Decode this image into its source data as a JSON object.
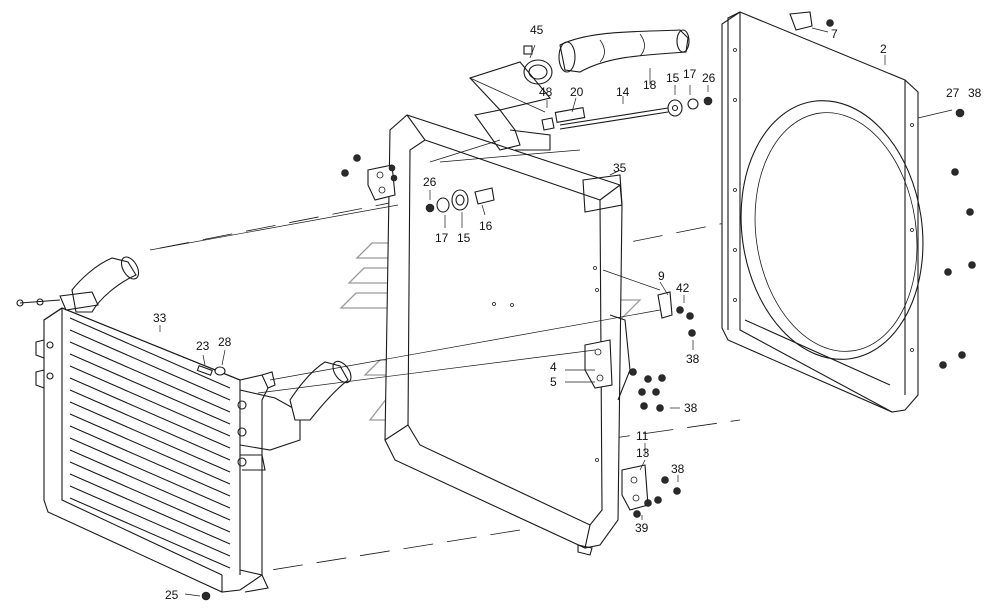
{
  "labels": {
    "p45": "45",
    "p18": "18",
    "p48": "48",
    "p20": "20",
    "p14": "14",
    "p15a": "15",
    "p17a": "17",
    "p26a": "26",
    "p7": "7",
    "p2": "2",
    "p27": "27",
    "p38a": "38",
    "p35": "35",
    "p26b": "26",
    "p17b": "17",
    "p15b": "15",
    "p16": "16",
    "p9": "9",
    "p42": "42",
    "p38b": "38",
    "p4": "4",
    "p5": "5",
    "p38c": "38",
    "p33": "33",
    "p23": "23",
    "p28": "28",
    "p11": "11",
    "p13": "13",
    "p38d": "38",
    "p39": "39",
    "p25": "25"
  },
  "colors": {
    "line": "#1a1a1a",
    "watermark": "#9a9a9a",
    "background": "#ffffff"
  }
}
